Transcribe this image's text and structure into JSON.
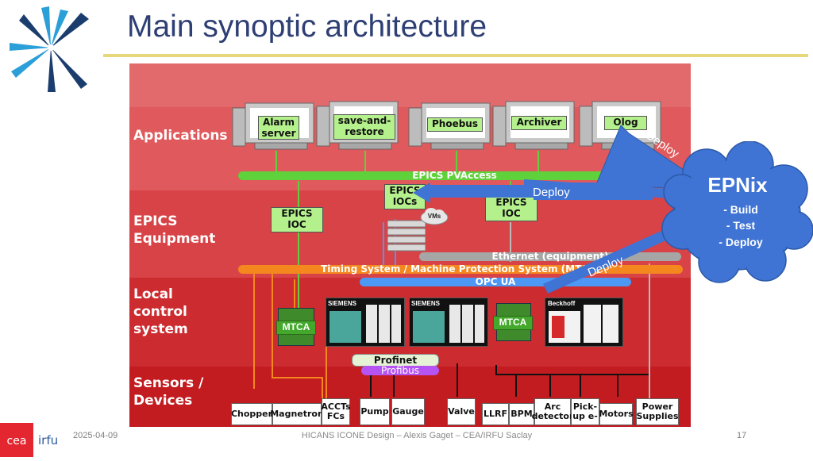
{
  "slide": {
    "title": "Main synoptic architecture",
    "date": "2025-04-09",
    "footer": "HICANS ICONE Design – Alexis Gaget – CEA/IRFU Saclay",
    "page": "17"
  },
  "logos": {
    "top_left": "irfu",
    "bottom_left_a": "cea",
    "bottom_left_b": "irfu"
  },
  "layers": {
    "applications": "Applications",
    "epics_equipment": "EPICS Equipment",
    "local_control": "Local control system",
    "sensors": "Sensors / Devices"
  },
  "applications": [
    "Alarm server",
    "save-and-restore",
    "Phoebus",
    "Archiver",
    "Olog"
  ],
  "buses": {
    "pvaccess": "EPICS PVAccess",
    "ethernet": "Ethernet (equipment)",
    "timing": "Timing System / Machine Protection System (MTCA)",
    "opcua": "OPC UA",
    "profinet": "Profinet",
    "profibus": "Profibus"
  },
  "equipment": {
    "ioc_left": "EPICS IOC",
    "iocs_center": "EPICS IOCs",
    "ioc_right": "EPICS IOC",
    "vms": "VMs"
  },
  "controllers": {
    "mtca_left": "MTCA",
    "siemens_a": "SIEMENS",
    "siemens_b": "SIEMENS",
    "mtca_right": "MTCA",
    "beckhoff": "Beckhoff"
  },
  "devices": [
    "Chopper",
    "Magnetron",
    "ACCTs FCs",
    "Pump",
    "Gauge",
    "Valve",
    "LLRF",
    "BPM",
    "Arc detector",
    "Pick-up e-",
    "Motors",
    "Power Supplies"
  ],
  "epnix": {
    "title": "EPNix",
    "items": [
      "- Build",
      "- Test",
      "- Deploy"
    ],
    "deploy_label": "Deploy"
  },
  "colors": {
    "title": "#2e3f74",
    "band_applications": "#e0595c",
    "band_equipment": "#d84347",
    "band_local": "#cc2b30",
    "band_sensors": "#c21b20",
    "epnix_cloud": "#3f73d4",
    "pvaccess": "#5fd13a",
    "ethernet": "#a6a6a6",
    "timing": "#f5871f",
    "opcua": "#4d97f5",
    "profibus": "#b554f2"
  }
}
